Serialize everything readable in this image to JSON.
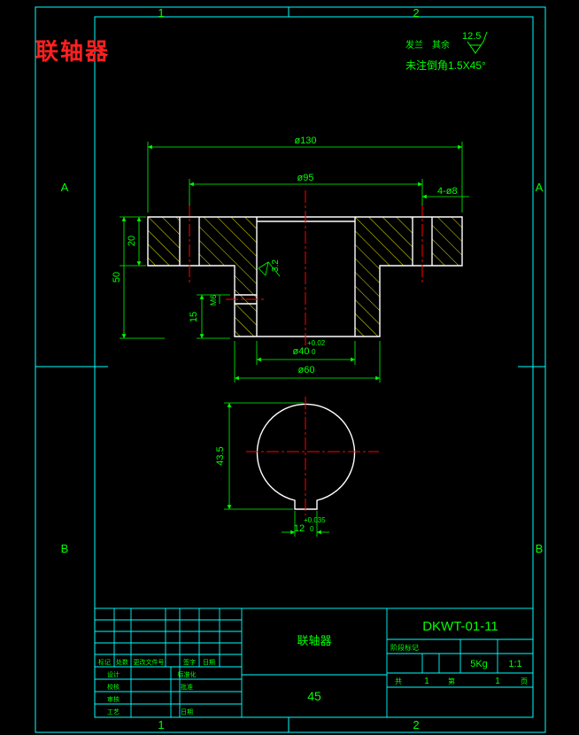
{
  "title": "联轴器",
  "frame": {
    "col_labels": [
      "1",
      "2"
    ],
    "row_labels": [
      "A",
      "B"
    ]
  },
  "notes": {
    "roughness_value": "12.5",
    "line1": "发兰　其余",
    "line2": "未注倒角1.5X45°"
  },
  "dimensions": {
    "d130": "ø130",
    "d95": "ø95",
    "holes": "4-ø8",
    "h20": "20",
    "h50": "50",
    "h15": "15",
    "m6": "M6",
    "roughness_32": "3.2",
    "d40": "ø40",
    "d40_tol_upper": "+0.02",
    "d40_tol_lower": "0",
    "d60": "ø60",
    "key_depth": "43.5",
    "key_width": "12",
    "key_tol_upper": "+0.035",
    "key_tol_lower": "0"
  },
  "title_block": {
    "part_name": "联轴器",
    "drawing_no": "DKWT-01-11",
    "material": "45",
    "weight": "5Kg",
    "scale": "1:1",
    "sheet_total_label": "共",
    "sheet_total": "1",
    "sheet_label": "第",
    "sheet_no": "1",
    "sheet_unit": "页",
    "stage_label": "阶段标记",
    "rev_headers": [
      "标记",
      "处数",
      "更改文件号",
      "签字",
      "日期"
    ],
    "sign_rows": [
      "设计",
      "校核",
      "审核",
      "工艺",
      "标准化",
      "批准",
      "日期"
    ]
  },
  "colors": {
    "frame": "#00ffff",
    "outline": "#ffffff",
    "hatch": "#ffff00",
    "dimension": "#00ff00",
    "centerline": "#ff0000"
  }
}
